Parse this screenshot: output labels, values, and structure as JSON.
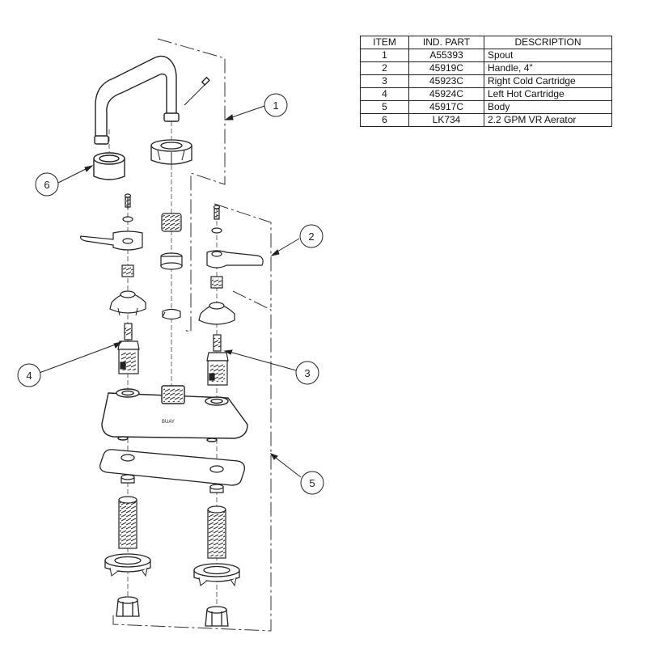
{
  "table": {
    "headers": [
      "ITEM",
      "IND. PART",
      "DESCRIPTION"
    ],
    "rows": [
      {
        "item": "1",
        "part": "A55393",
        "description": "Spout"
      },
      {
        "item": "2",
        "part": "45919C",
        "description": "Handle, 4\""
      },
      {
        "item": "3",
        "part": "45923C",
        "description": "Right Cold Cartridge"
      },
      {
        "item": "4",
        "part": "45924C",
        "description": "Left Hot Cartridge"
      },
      {
        "item": "5",
        "part": "45917C",
        "description": "Body"
      },
      {
        "item": "6",
        "part": "LK734",
        "description": "2.2 GPM VR Aerator"
      }
    ]
  },
  "callouts": [
    "1",
    "2",
    "3",
    "4",
    "5",
    "6"
  ],
  "body_brand": "BUAY"
}
